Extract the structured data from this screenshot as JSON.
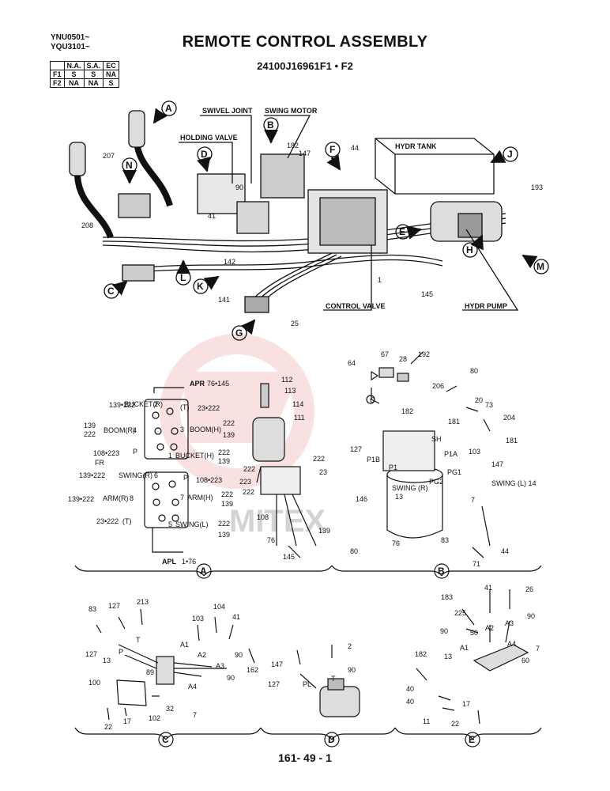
{
  "page": {
    "title": "REMOTE CONTROL ASSEMBLY",
    "part_number": "24100J16961F1 • F2",
    "serials": [
      "YNU0501~",
      "YQU3101~"
    ],
    "page_number": "161- 49 - 1",
    "watermark": "MITEX"
  },
  "spec_table": {
    "headers": [
      "",
      "N.A.",
      "S.A.",
      "EC"
    ],
    "rows": [
      [
        "F1",
        "S",
        "S",
        "NA"
      ],
      [
        "F2",
        "NA",
        "NA",
        "S"
      ]
    ]
  },
  "main_view": {
    "component_labels": {
      "swivel_joint": "SWIVEL JOINT",
      "swing_motor": "SWING MOTOR",
      "holding_valve": "HOLDING VALVE",
      "hydr_tank": "HYDR TANK",
      "control_valve": "CONTROL VALVE",
      "hydr_pump": "HYDR PUMP"
    },
    "view_markers": [
      "A",
      "B",
      "D",
      "F",
      "J",
      "N",
      "E",
      "H",
      "M",
      "C",
      "L",
      "K",
      "G"
    ],
    "part_numbers": [
      "207",
      "208",
      "182",
      "147",
      "44",
      "90",
      "41",
      "142",
      "141",
      "1",
      "25",
      "145",
      "193"
    ]
  },
  "detail_a": {
    "marker": "A",
    "apr_label": "APR",
    "apr_parts": "76•145",
    "apl_label": "APL",
    "apl_parts": "1•76",
    "front_label": "FR",
    "port_labels": {
      "bucket_r": "BUCKET(R)",
      "boom_r": "BOOM(R)",
      "boom_h": "BOOM(H)",
      "bucket_h": "BUCKET(H)",
      "t_upper": "(T)",
      "p_upper": "P",
      "swing_r": "SWING(R)",
      "arm_r": "ARM(R)",
      "arm_h": "ARM(H)",
      "swing_l": "SWING(L)",
      "t_lower": "(T)",
      "p_lower": "P"
    },
    "port_numbers": [
      "2",
      "4",
      "3",
      "1",
      "6",
      "8",
      "7",
      "5"
    ],
    "part_numbers": [
      "139•222",
      "23•222",
      "139",
      "222",
      "108•223",
      "139•222",
      "108•223",
      "139•222",
      "23•222",
      "112",
      "113",
      "114",
      "111",
      "222",
      "223",
      "23",
      "108",
      "139",
      "76",
      "145"
    ]
  },
  "detail_b": {
    "marker": "B",
    "port_labels": [
      "P1B",
      "P1",
      "SH",
      "P1A",
      "PG1",
      "PG2"
    ],
    "swing_r": "SWING (R)",
    "swing_l": "SWING (L) 14",
    "swing_r_port": "13",
    "part_numbers": [
      "64",
      "67",
      "28",
      "192",
      "80",
      "206",
      "20",
      "73",
      "204",
      "181",
      "182",
      "181",
      "127",
      "103",
      "147",
      "146",
      "7",
      "76",
      "80",
      "83",
      "71",
      "44"
    ],
    "port_c": "C"
  },
  "detail_c": {
    "marker": "C",
    "port_labels": [
      "T",
      "P",
      "A1",
      "A2",
      "A3",
      "A4"
    ],
    "part_numbers": [
      "83",
      "127",
      "213",
      "127",
      "13",
      "103",
      "104",
      "41",
      "89",
      "90",
      "90",
      "162",
      "100",
      "32",
      "102",
      "17",
      "22",
      "7"
    ]
  },
  "detail_d": {
    "marker": "D",
    "port_labels": [
      "PL",
      "T"
    ],
    "part_numbers": [
      "2",
      "147",
      "90",
      "127"
    ]
  },
  "detail_e": {
    "marker": "E",
    "port_labels": [
      "A2",
      "A3",
      "A1",
      "A4"
    ],
    "part_numbers": [
      "41",
      "26",
      "183",
      "225",
      "90",
      "50",
      "90",
      "182",
      "13",
      "7",
      "60",
      "40",
      "40",
      "17",
      "11",
      "22"
    ]
  },
  "colors": {
    "ink": "#111111",
    "watermark": "#e06060",
    "paper": "#ffffff"
  }
}
